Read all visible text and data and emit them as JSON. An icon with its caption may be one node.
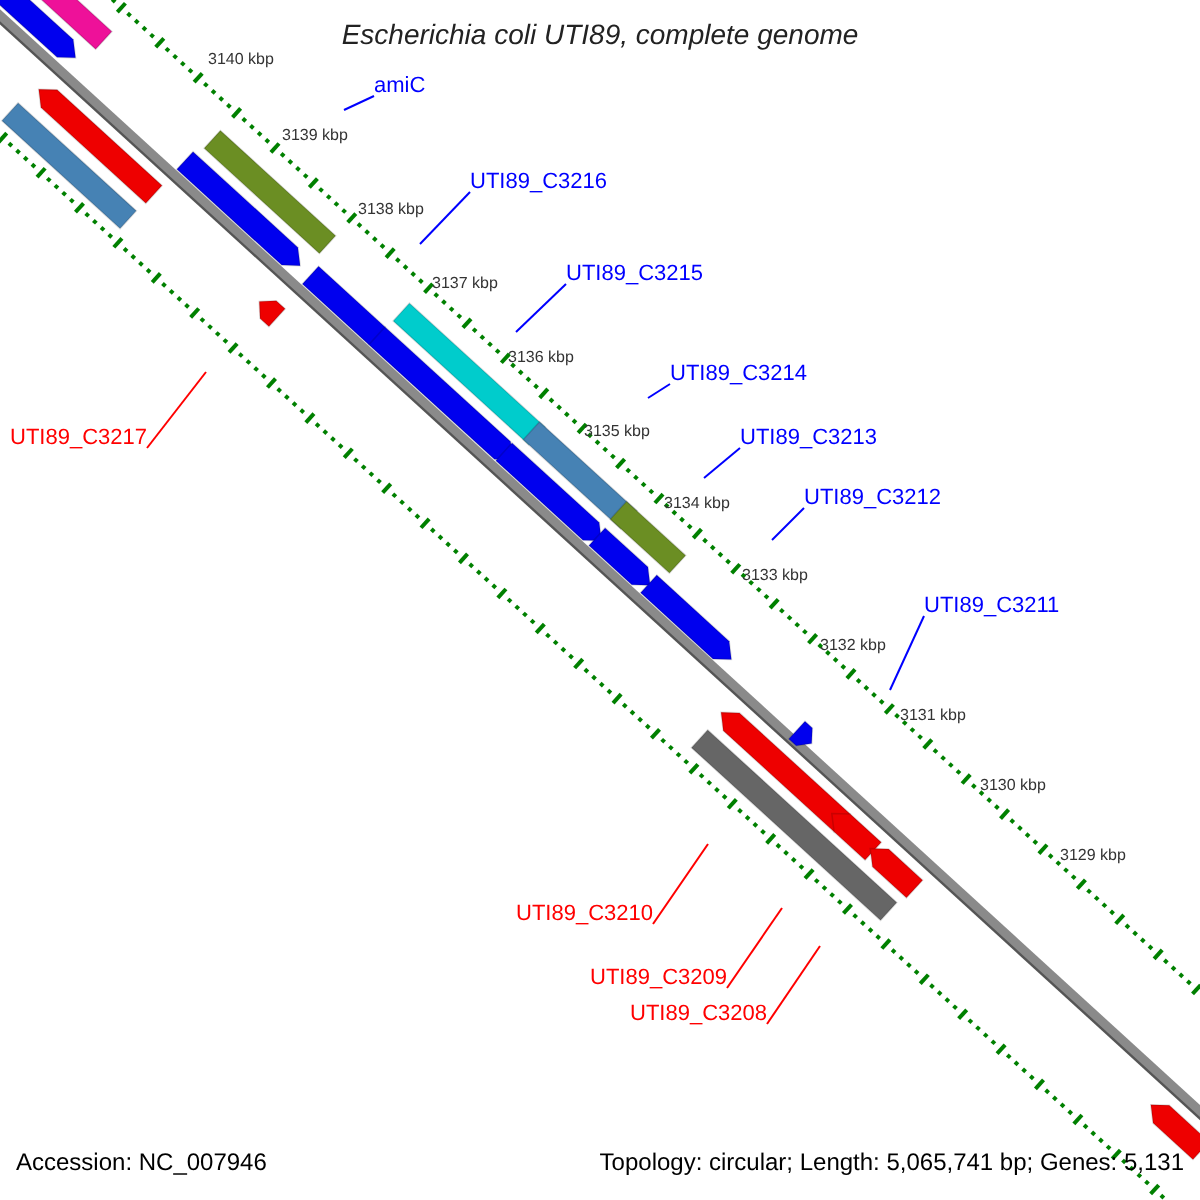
{
  "diagram": {
    "title": "Escherichia coli UTI89, complete genome",
    "nodes": [
      {
        "text": [
          "amiC"
        ]
      },
      {
        "text": [
          "UTI89_C3216"
        ]
      },
      {
        "text": [
          "UTI89_C3215"
        ]
      },
      {
        "text": [
          "UTI89_C3214"
        ]
      },
      {
        "text": [
          "UTI89_C3217"
        ]
      },
      {
        "text": [
          "UTI89_C3213"
        ]
      },
      {
        "text": [
          "UTI89_C3212"
        ]
      },
      {
        "text": [
          "UTI89_C3211"
        ]
      },
      {
        "text": [
          "UTI89_C3210"
        ]
      },
      {
        "text": [
          "UTI89_C3209"
        ]
      },
      {
        "text": [
          "UTI89_C3208"
        ]
      }
    ],
    "edges": [
      {
        "from": 0,
        "to": null,
        "arrow": "none"
      },
      {
        "from": 1,
        "to": null,
        "arrow": "none"
      },
      {
        "from": 2,
        "to": null,
        "arrow": "none"
      },
      {
        "from": 3,
        "to": null,
        "arrow": "none"
      },
      {
        "from": 4,
        "to": null,
        "arrow": "none",
        "color": "#ff0000"
      },
      {
        "from": 5,
        "to": null,
        "arrow": "none"
      },
      {
        "from": 6,
        "to": null,
        "arrow": "none"
      },
      {
        "from": 7,
        "to": null,
        "arrow": "none"
      },
      {
        "from": 8,
        "to": null,
        "arrow": "none",
        "color": "#ff0000"
      },
      {
        "from": 9,
        "to": null,
        "arrow": "none",
        "color": "#ff0000"
      },
      {
        "from": 10,
        "to": null,
        "arrow": "none",
        "color": "#ff0000"
      }
    ],
    "labels": [
      "3140 kbp",
      "3139 kbp",
      "3138 kbp",
      "3137 kbp",
      "3136 kbp",
      "3135 kbp",
      "3134 kbp",
      "3133 kbp",
      "3132 kbp",
      "3131 kbp",
      "3130 kbp",
      "3129 kbp",
      "Accession: NC_007946",
      "Topology: circular; Length: 5,065,741 bp; Genes: 5,131"
    ]
  }
}
